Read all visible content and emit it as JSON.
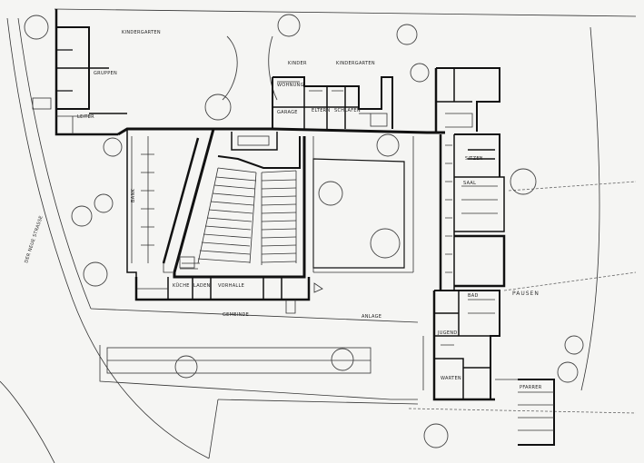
{
  "labels": {
    "kindergarten": "KINDERGARTEN",
    "kinder_garten_right": "KINDERGARTEN",
    "kinder": "KINDER",
    "leiter": "LEITER",
    "jugend": "JUGEND",
    "gruppen": "GRUPPEN",
    "schulhof": "PAUSEN",
    "vorhalle": "VORHALLE",
    "laden": "LADEN",
    "kueche": "KÜCHE",
    "pfarrer": "PFARRER",
    "strasse": "DER NEUE STRASSE",
    "bank": "BANK",
    "wohnung": "WOHNUNG",
    "garage": "GARAGE",
    "saal": "SAAL",
    "warten": "WARTEN",
    "bad": "BAD",
    "sitzen": "SITZEN",
    "schlafen": "SCHLAFEN",
    "eltern": "ELTERN",
    "gemeinde": "GEMEINDE",
    "anlage": "ANLAGE"
  }
}
